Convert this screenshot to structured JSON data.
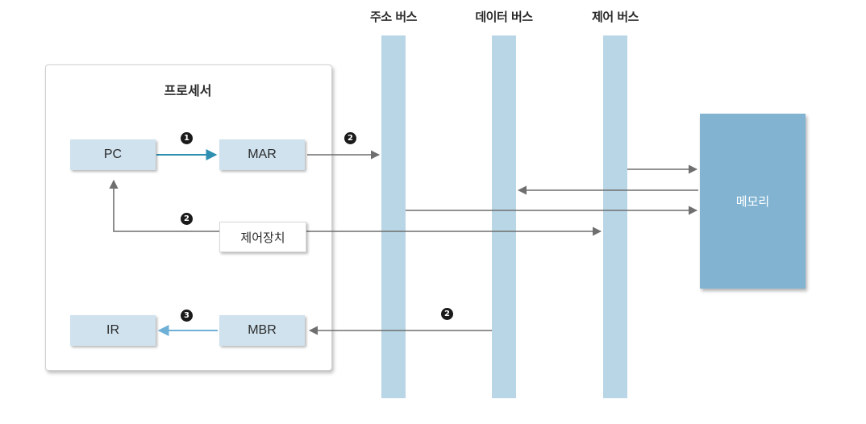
{
  "buses": {
    "address": "주소 버스",
    "data": "데이터 버스",
    "control": "제어 버스"
  },
  "processor": {
    "title": "프로세서",
    "pc": "PC",
    "mar": "MAR",
    "control_unit": "제어장치",
    "ir": "IR",
    "mbr": "MBR"
  },
  "memory": {
    "label": "메모리"
  },
  "steps": {
    "pc_to_mar": "1",
    "mar_to_address_bus": "2",
    "control_to_pc": "2",
    "data_bus_to_mbr": "2",
    "mbr_to_ir": "3"
  },
  "colors": {
    "bus": "#b9d6e6",
    "register": "#cfe2ee",
    "memory": "#82b4d2",
    "arrow_gray": "#6f6f6f",
    "arrow_teal": "#2e8fb0",
    "arrow_light_blue": "#6fb0d6"
  }
}
